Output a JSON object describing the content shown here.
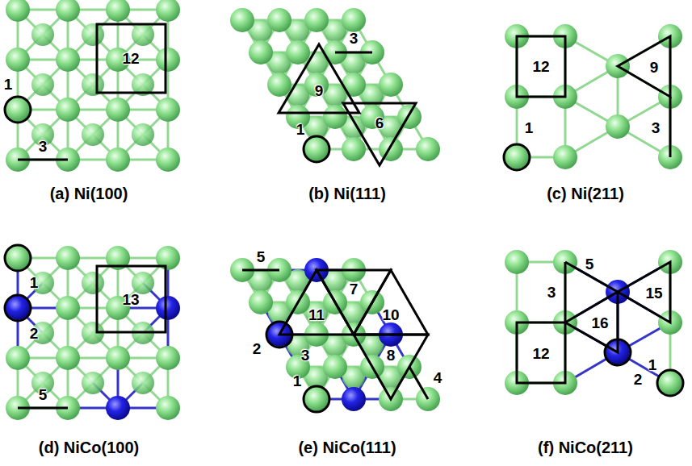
{
  "diagram": {
    "nodes": [
      {
        "text": [
          "12"
        ]
      },
      {
        "text": [
          "9"
        ]
      },
      {
        "text": [
          "6"
        ]
      },
      {
        "text": [
          "12"
        ]
      },
      {
        "text": [
          "9"
        ]
      },
      {
        "text": [
          "13"
        ]
      },
      {
        "text": [
          "11"
        ]
      },
      {
        "text": [
          "7"
        ]
      },
      {
        "text": [
          "10"
        ]
      },
      {
        "text": [
          "8"
        ]
      },
      {
        "text": [
          "12"
        ]
      },
      {
        "text": [
          "15"
        ]
      },
      {
        "text": [
          "16"
        ]
      }
    ],
    "labels": [
      "(a) Ni(100)",
      "1",
      "3",
      "(b) Ni(111)",
      "3",
      "1",
      "(c) Ni(211)",
      "1",
      "3",
      "(d) NiCo(100)",
      "1",
      "2",
      "5",
      "(e) NiCo(111)",
      "5",
      "2",
      "3",
      "4",
      "1",
      "(f) NiCo(211)",
      "3",
      "5",
      "2",
      "1"
    ]
  }
}
